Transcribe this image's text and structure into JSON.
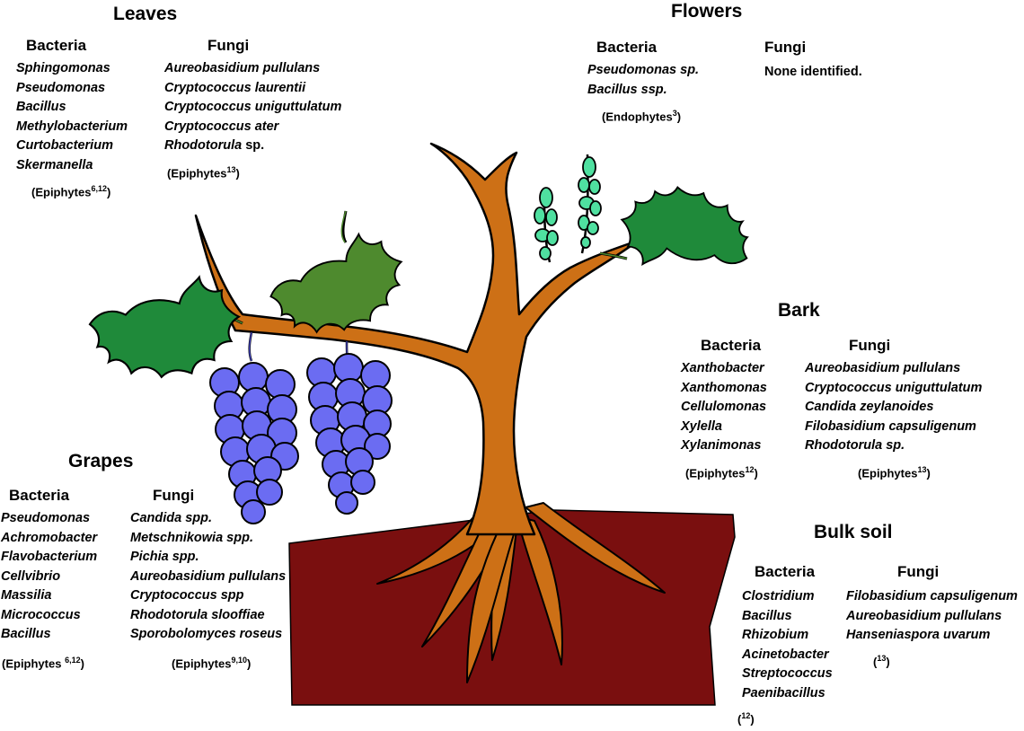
{
  "colors": {
    "trunk": "#cd7016",
    "soil": "#7a0f0f",
    "leaf_dark": "#1f8a3a",
    "leaf_olive": "#4e8a2e",
    "grape": "#6b6cf2",
    "flower_bud": "#4fe0a0",
    "outline": "#000000"
  },
  "sections": {
    "leaves": {
      "title": "Leaves",
      "bacteria": {
        "heading": "Bacteria",
        "items": [
          "Sphingomonas",
          "Pseudomonas",
          "Bacillus",
          "Methylobacterium",
          "Curtobacterium",
          "Skermanella"
        ],
        "note": "(Epiphytes",
        "ref": "6,12",
        "note_end": ")"
      },
      "fungi": {
        "heading": "Fungi",
        "items": [
          "Aureobasidium pullulans",
          "Cryptococcus laurentii",
          "Cryptococcus uniguttulatum",
          "Cryptococcus ater"
        ],
        "last_genus": "Rhodotorula",
        "last_suffix": " sp.",
        "note": "(Epiphytes",
        "ref": "13",
        "note_end": ")"
      }
    },
    "flowers": {
      "title": "Flowers",
      "bacteria": {
        "heading": "Bacteria",
        "items": [
          "Pseudomonas sp.",
          "Bacillus ssp."
        ],
        "note": "(Endophytes",
        "ref": "3",
        "note_end": ")"
      },
      "fungi": {
        "heading": "Fungi",
        "text": "None identified."
      }
    },
    "bark": {
      "title": "Bark",
      "bacteria": {
        "heading": "Bacteria",
        "items": [
          "Xanthobacter",
          "Xanthomonas",
          "Cellulomonas",
          "Xylella",
          "Xylanimonas"
        ],
        "note": "(Epiphytes",
        "ref": "12",
        "note_end": ")"
      },
      "fungi": {
        "heading": "Fungi",
        "items": [
          "Aureobasidium pullulans",
          "Cryptococcus uniguttulatum",
          "Candida zeylanoides",
          "Filobasidium capsuligenum",
          "Rhodotorula sp."
        ],
        "note": "(Epiphytes",
        "ref": "13",
        "note_end": ")"
      }
    },
    "grapes": {
      "title": "Grapes",
      "bacteria": {
        "heading": "Bacteria",
        "items": [
          "Pseudomonas",
          "Achromobacter",
          "Flavobacterium",
          "Cellvibrio",
          "Massilia",
          "Micrococcus",
          "Bacillus"
        ],
        "note": "(Epiphytes ",
        "ref": "6,12",
        "note_end": ")"
      },
      "fungi": {
        "heading": "Fungi",
        "items": [
          "Candida spp.",
          "Metschnikowia spp.",
          "Pichia spp.",
          "Aureobasidium pullulans",
          "Cryptococcus spp",
          "Rhodotorula slooffiae",
          "Sporobolomyces roseus"
        ],
        "note": "(Epiphytes",
        "ref": "9,10",
        "note_end": ")"
      }
    },
    "bulk_soil": {
      "title": "Bulk soil",
      "bacteria": {
        "heading": "Bacteria",
        "items": [
          "Clostridium",
          "Bacillus",
          "Rhizobium",
          "Acinetobacter",
          "Streptococcus",
          "Paenibacillus"
        ],
        "note": "(",
        "ref": "12",
        "note_end": ")"
      },
      "fungi": {
        "heading": "Fungi",
        "items": [
          "Filobasidium capsuligenum",
          "Aureobasidium pullulans",
          "Hanseniaspora uvarum"
        ],
        "note": "(",
        "ref": "13",
        "note_end": ")"
      }
    }
  }
}
